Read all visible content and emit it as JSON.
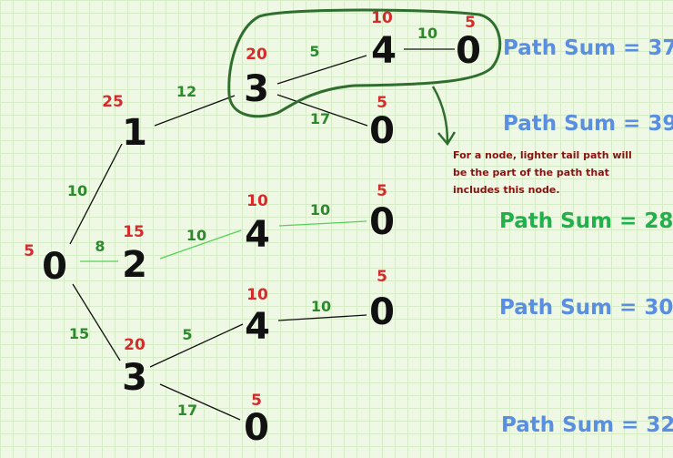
{
  "colors": {
    "node_text": "#111111",
    "subtree_sum": "#d62b2b",
    "edge_weight": "#2c8a2c",
    "edge_default": "#111111",
    "edge_light": "#54d254",
    "highlight_outline": "#2f6e2f",
    "path_sum_blue": "#5a8ee0",
    "path_sum_green": "#22b04a",
    "note_text": "#8b1010"
  },
  "nodes": [
    {
      "id": "root",
      "label": "0",
      "sum": "5"
    },
    {
      "id": "a1",
      "label": "1",
      "sum": "25"
    },
    {
      "id": "a1-3",
      "label": "3",
      "sum": "20"
    },
    {
      "id": "a1-3-4",
      "label": "4",
      "sum": "10"
    },
    {
      "id": "a1-3-4-0",
      "label": "0",
      "sum": "5"
    },
    {
      "id": "a1-3-0",
      "label": "0",
      "sum": "5"
    },
    {
      "id": "a2",
      "label": "2",
      "sum": "15"
    },
    {
      "id": "a2-4",
      "label": "4",
      "sum": "10"
    },
    {
      "id": "a2-4-0",
      "label": "0",
      "sum": "5"
    },
    {
      "id": "a3",
      "label": "3",
      "sum": "20"
    },
    {
      "id": "a3-4",
      "label": "4",
      "sum": "10"
    },
    {
      "id": "a3-4-0",
      "label": "0",
      "sum": "5"
    },
    {
      "id": "a3-0",
      "label": "0",
      "sum": "5"
    }
  ],
  "edges": [
    {
      "from": "root",
      "to": "a1",
      "weight": "10",
      "style": "default"
    },
    {
      "from": "root",
      "to": "a2",
      "weight": "8",
      "style": "light"
    },
    {
      "from": "root",
      "to": "a3",
      "weight": "15",
      "style": "default"
    },
    {
      "from": "a1",
      "to": "a1-3",
      "weight": "12",
      "style": "default"
    },
    {
      "from": "a1-3",
      "to": "a1-3-4",
      "weight": "5",
      "style": "default"
    },
    {
      "from": "a1-3-4",
      "to": "a1-3-4-0",
      "weight": "10",
      "style": "default"
    },
    {
      "from": "a1-3",
      "to": "a1-3-0",
      "weight": "17",
      "style": "default"
    },
    {
      "from": "a2",
      "to": "a2-4",
      "weight": "10",
      "style": "light"
    },
    {
      "from": "a2-4",
      "to": "a2-4-0",
      "weight": "10",
      "style": "light"
    },
    {
      "from": "a3",
      "to": "a3-4",
      "weight": "5",
      "style": "default"
    },
    {
      "from": "a3-4",
      "to": "a3-4-0",
      "weight": "10",
      "style": "default"
    },
    {
      "from": "a3",
      "to": "a3-0",
      "weight": "17",
      "style": "default"
    }
  ],
  "path_sums": [
    {
      "text": "Path Sum = 37",
      "color": "blue"
    },
    {
      "text": "Path Sum = 39",
      "color": "blue"
    },
    {
      "text": "Path Sum = 28",
      "color": "green"
    },
    {
      "text": "Path Sum = 30",
      "color": "blue"
    },
    {
      "text": "Path Sum = 32",
      "color": "blue"
    }
  ],
  "note": {
    "lines": [
      "For a node, lighter tail path will",
      "be the part of the path that",
      "includes this node."
    ]
  }
}
